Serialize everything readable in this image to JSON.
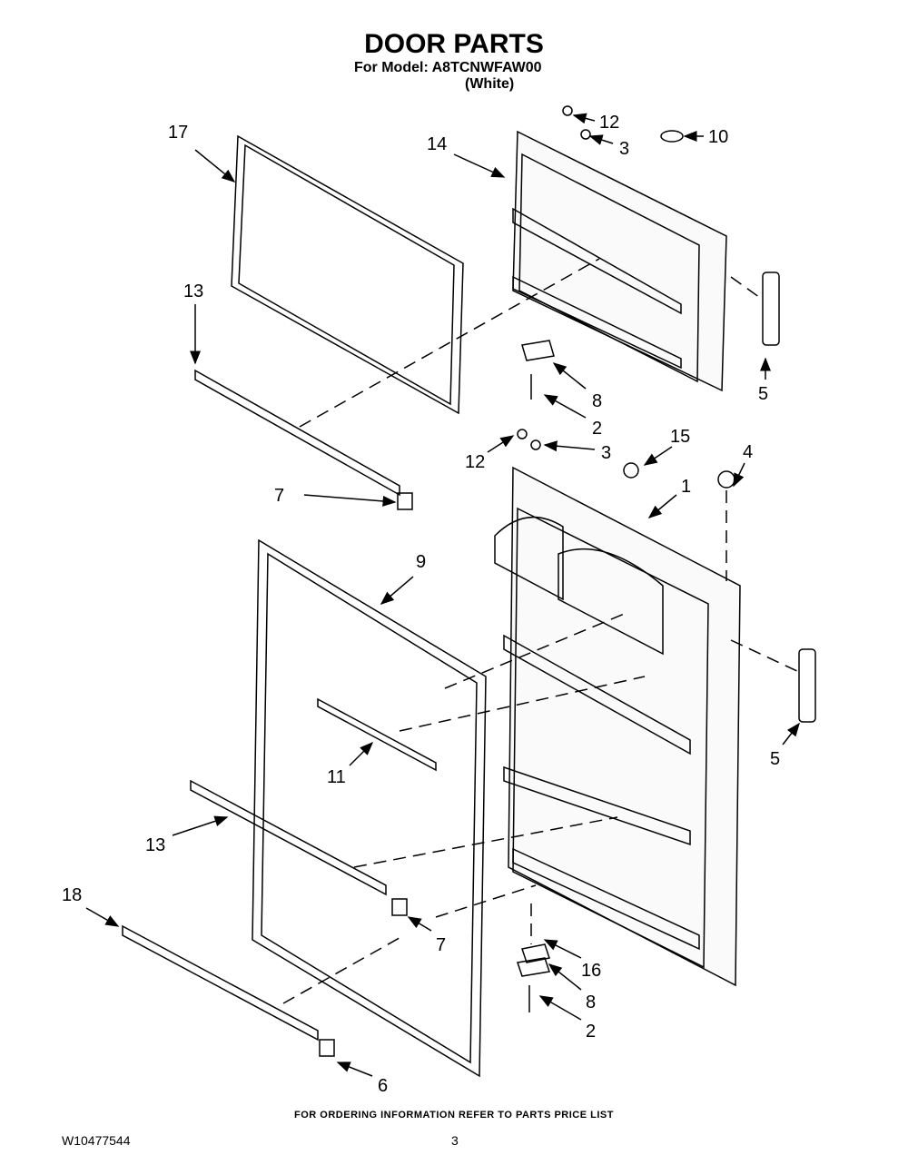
{
  "header": {
    "title": "DOOR PARTS",
    "model": "For Model: A8TCNWFAW00",
    "color": "(White)"
  },
  "footer": {
    "ordering": "FOR ORDERING INFORMATION REFER TO PARTS PRICE LIST",
    "doc_number": "W10477544",
    "page_number": "3"
  },
  "callouts": [
    "17",
    "14",
    "12",
    "3",
    "10",
    "13",
    "5",
    "8",
    "2",
    "12",
    "3",
    "15",
    "4",
    "1",
    "7",
    "9",
    "5",
    "11",
    "13",
    "18",
    "7",
    "16",
    "8",
    "2",
    "6"
  ]
}
